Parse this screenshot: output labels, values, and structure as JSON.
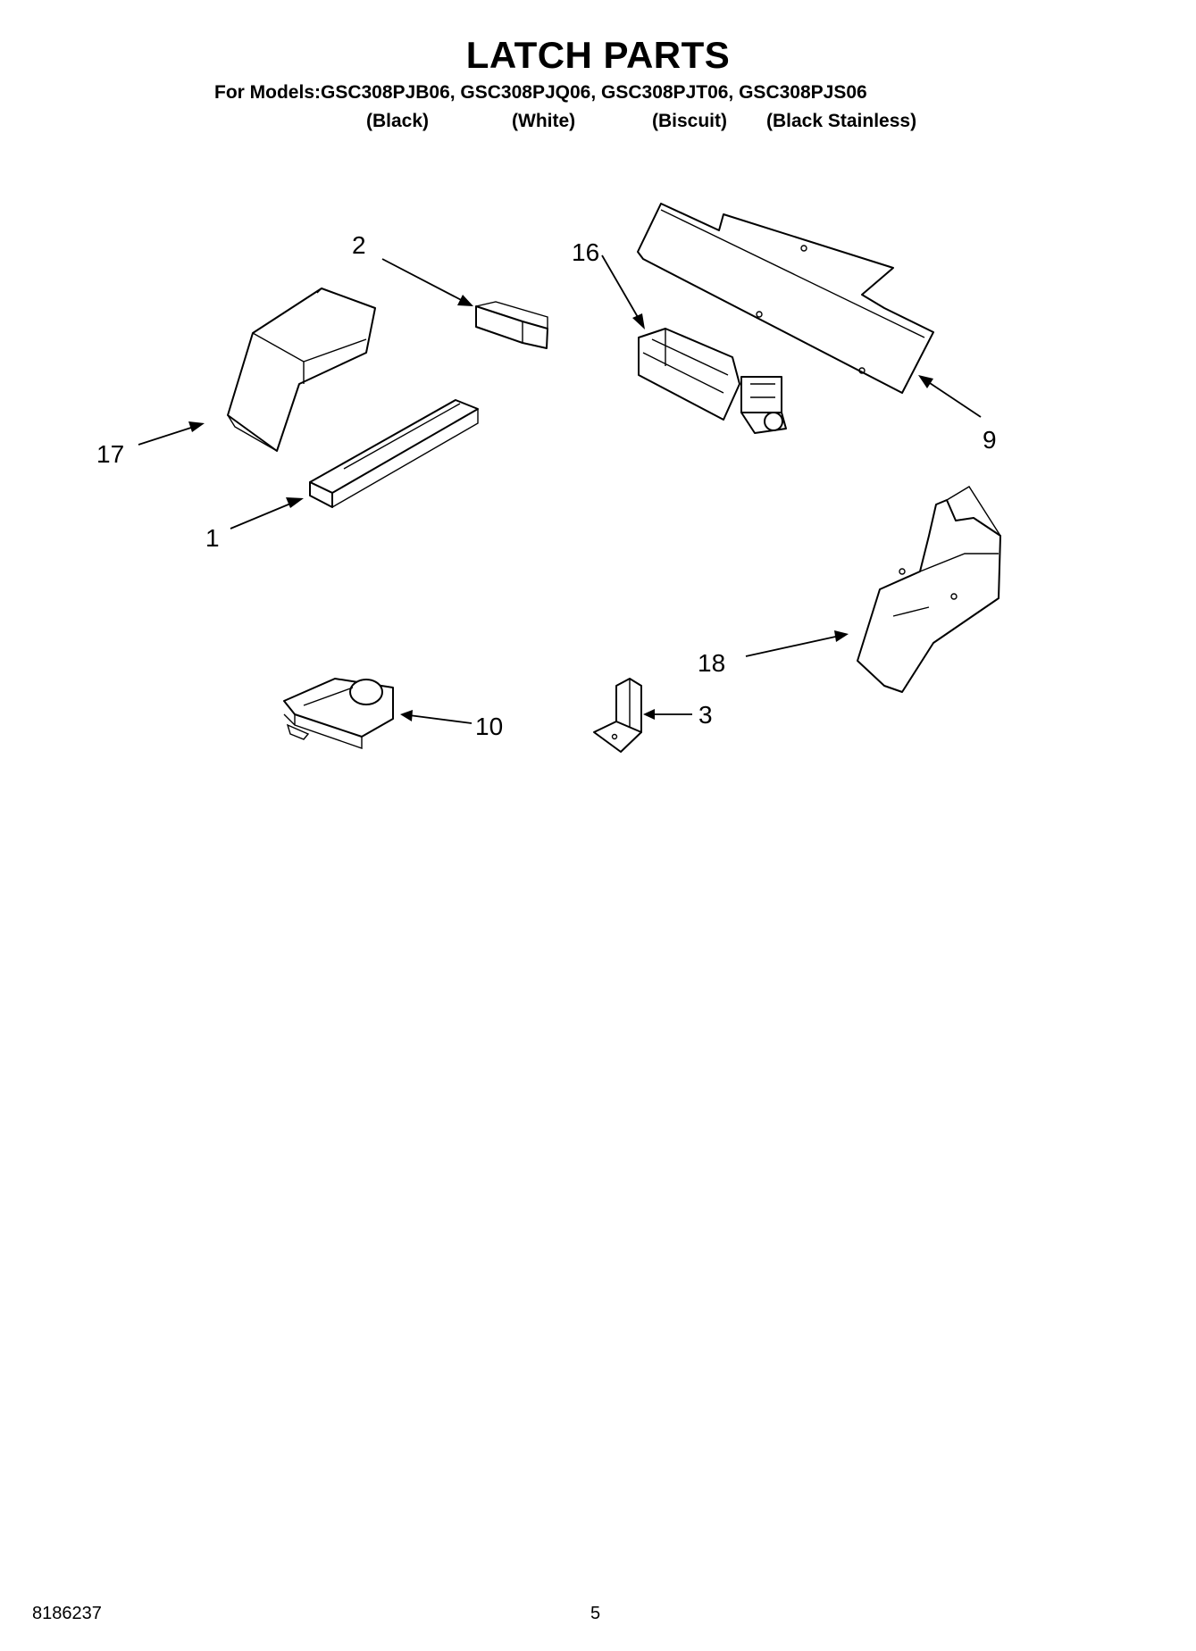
{
  "header": {
    "title": "LATCH PARTS",
    "models_line": "For Models:GSC308PJB06, GSC308PJQ06, GSC308PJT06, GSC308PJS06",
    "colors": [
      "(Black)",
      "(White)",
      "(Biscuit)",
      "(Black Stainless)"
    ]
  },
  "callouts": {
    "c1": "1",
    "c2": "2",
    "c3": "3",
    "c9": "9",
    "c10": "10",
    "c16": "16",
    "c17": "17",
    "c18": "18"
  },
  "footer": {
    "doc_number": "8186237",
    "page_number": "5"
  }
}
